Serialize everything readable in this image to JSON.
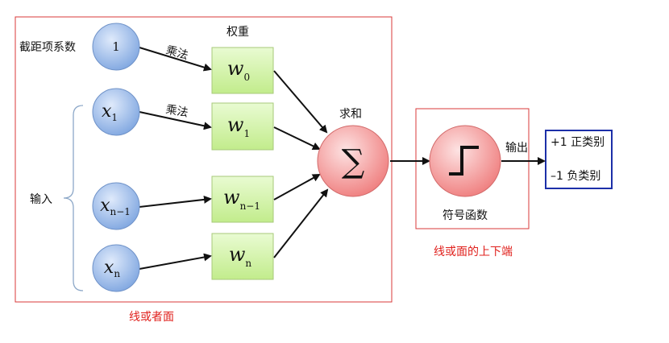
{
  "labels": {
    "intercept": "截距项系数",
    "weights": "权重",
    "multiply_top": "乘法",
    "multiply_mid": "乘法",
    "inputs": "输入",
    "sum": "求和",
    "output": "输出",
    "sign_function": "符号函数",
    "pos_class": "+1 正类别",
    "neg_class": "–1 负类别",
    "caption_left": "线或者面",
    "caption_right": "线或面的上下端"
  },
  "nodes": {
    "bias_value": "1",
    "x1": {
      "base": "x",
      "sub": "1"
    },
    "xn1": {
      "base": "x",
      "sub": "n−1"
    },
    "xn": {
      "base": "x",
      "sub": "n"
    }
  },
  "weights": [
    {
      "base": "w",
      "sub": "0"
    },
    {
      "base": "w",
      "sub": "1"
    },
    {
      "base": "w",
      "sub": "n−1"
    },
    {
      "base": "w",
      "sub": "n"
    }
  ],
  "sum_symbol": "∑",
  "colors": {
    "input_node": "#8fb4e8",
    "weight_box": "#ccf09c",
    "sum_node": "#f48c8c",
    "frame": "#d93a3a",
    "output_frame": "#1c2fa8",
    "caption": "#e0201c"
  }
}
